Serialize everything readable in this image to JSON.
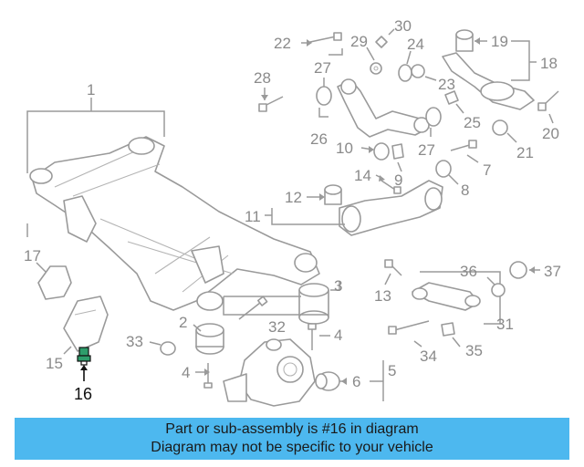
{
  "diagram": {
    "callouts": {
      "c1": "1",
      "c2": "2",
      "c3": "3",
      "c4a": "4",
      "c4b": "4",
      "c5": "5",
      "c6": "6",
      "c7": "7",
      "c8": "8",
      "c9": "9",
      "c10": "10",
      "c11": "11",
      "c12": "12",
      "c13": "13",
      "c14": "14",
      "c15": "15",
      "c16": "16",
      "c17": "17",
      "c18": "18",
      "c19": "19",
      "c20": "20",
      "c21": "21",
      "c22": "22",
      "c23": "23",
      "c24": "24",
      "c25": "25",
      "c26": "26",
      "c27a": "27",
      "c27b": "27",
      "c28": "28",
      "c29": "29",
      "c30": "30",
      "c31": "31",
      "c32": "32",
      "c33": "33",
      "c34": "34",
      "c35": "35",
      "c36": "36",
      "c37": "37"
    },
    "highlight_color": "#111111",
    "line_color": "#9a9a9a"
  },
  "banner": {
    "line1": "Part or sub-assembly is #16 in diagram",
    "line2": "Diagram may not be specific to your vehicle",
    "background": "#4db8ef"
  }
}
